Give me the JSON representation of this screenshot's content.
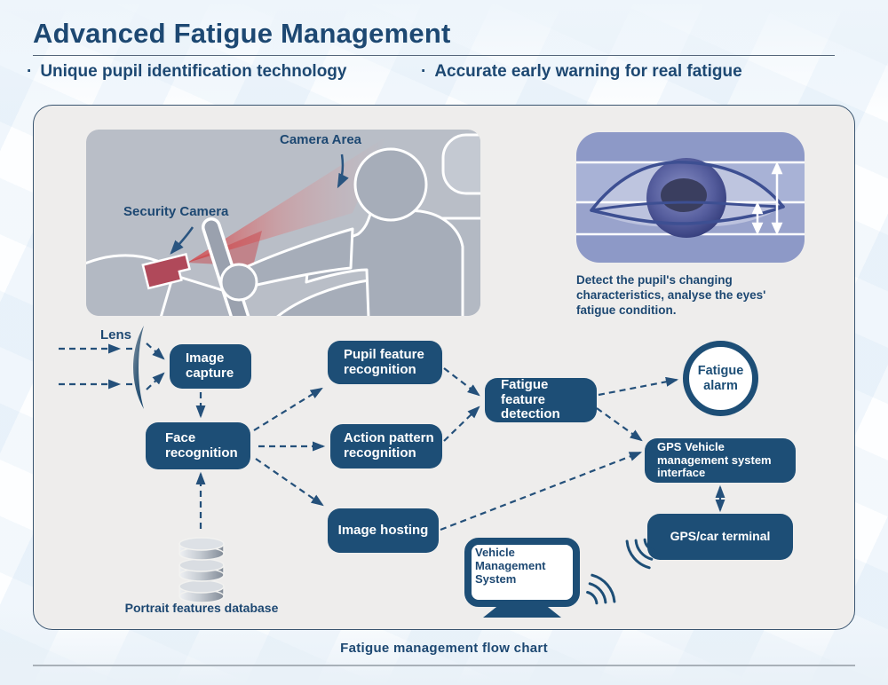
{
  "header": {
    "title": "Advanced Fatigue Management",
    "bullet_char": "·",
    "bullets": [
      "Unique pupil identification technology",
      "Accurate early warning for real fatigue"
    ]
  },
  "illustration": {
    "camera_area_label": "Camera Area",
    "security_camera_label": "Security Camera"
  },
  "eye_panel": {
    "caption": "Detect the pupil's changing characteristics, analyse the eyes' fatigue condition."
  },
  "flowchart": {
    "lens_label": "Lens",
    "nodes": {
      "image_capture": "Image capture",
      "face_recognition": "Face recognition",
      "pupil_feature": "Pupil feature recognition",
      "action_pattern": "Action pattern recognition",
      "fatigue_feature": "Fatigue feature detection",
      "fatigue_alarm": "Fatigue alarm",
      "gps_interface": "GPS Vehicle management system interface",
      "gps_terminal": "GPS/car terminal",
      "image_hosting": "Image hosting",
      "vms": "Vehicle Management System",
      "database_label": "Portrait features database"
    }
  },
  "footer": {
    "caption": "Fatigue management flow chart"
  },
  "colors": {
    "navy_box": "#1d4e76",
    "title_navy": "#1d4872",
    "arrow_navy": "#24507a",
    "panel_bg": "#eeedec",
    "illustration_bg": "#b9bec7",
    "eye_panel_bg": "#8d99c7",
    "camera_red": "#b0495a"
  }
}
